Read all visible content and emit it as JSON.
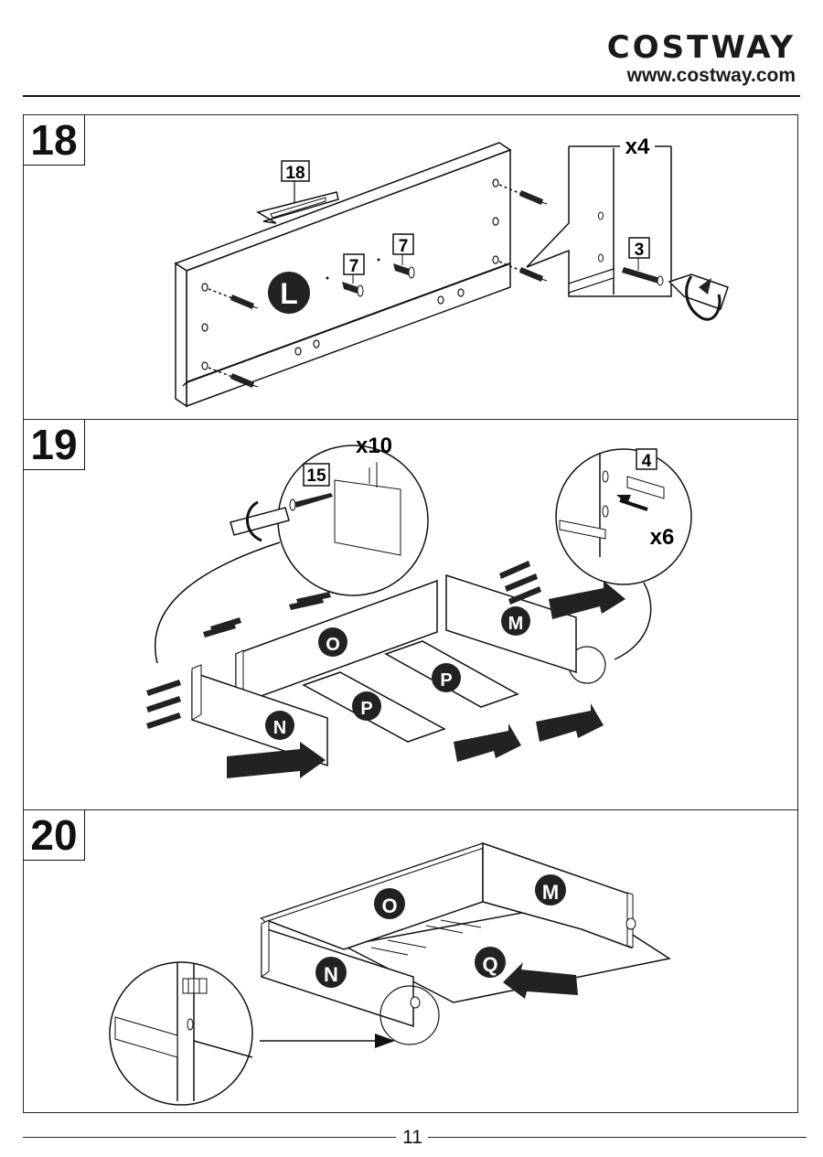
{
  "header": {
    "brand": "COSTWAY",
    "website": "www.costway.com"
  },
  "steps": [
    {
      "number": "18",
      "multiplier": "x4",
      "panel_label": "L",
      "part_callouts": [
        "18",
        "7",
        "7",
        "3"
      ]
    },
    {
      "number": "19",
      "multiplier_screws": "x10",
      "multiplier_dowels": "x6",
      "screw_callout": "15",
      "dowel_callout": "4",
      "panel_labels": [
        "O",
        "M",
        "N",
        "P",
        "P"
      ]
    },
    {
      "number": "20",
      "panel_labels": [
        "O",
        "M",
        "N",
        "Q"
      ]
    }
  ],
  "footer": {
    "page_number": "11"
  },
  "colors": {
    "ink": "#111111",
    "label_fill": "#222222",
    "paper": "#ffffff"
  }
}
